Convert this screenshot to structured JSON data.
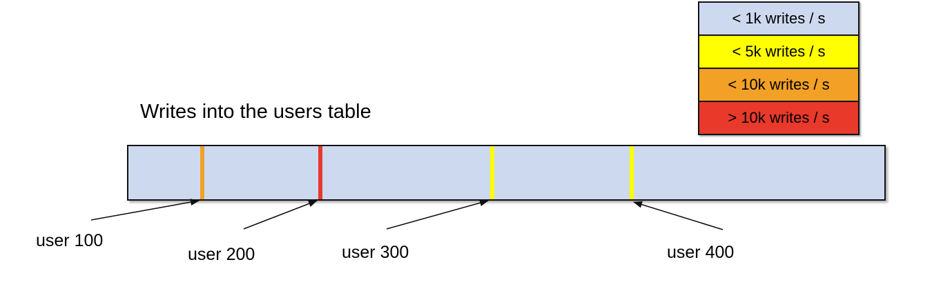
{
  "figure": {
    "title": "Writes into the users table"
  },
  "legend": {
    "items": [
      {
        "label": "< 1k writes / s",
        "color": "#cdd9ef"
      },
      {
        "label": "< 5k writes / s",
        "color": "#ffff00"
      },
      {
        "label": "< 10k writes / s",
        "color": "#f2a126"
      },
      {
        "label": "> 10k writes / s",
        "color": "#e8392b"
      }
    ]
  },
  "table_bar": {
    "fill": "#cdd9ef",
    "stripes": [
      {
        "id": "stripe-user-100",
        "color": "#f2a126"
      },
      {
        "id": "stripe-user-200",
        "color": "#e8392b"
      },
      {
        "id": "stripe-user-300",
        "color": "#ffff00"
      },
      {
        "id": "stripe-user-400",
        "color": "#ffff00"
      }
    ]
  },
  "labels": [
    {
      "text": "user 100"
    },
    {
      "text": "user 200"
    },
    {
      "text": "user 300"
    },
    {
      "text": "user 400"
    }
  ]
}
